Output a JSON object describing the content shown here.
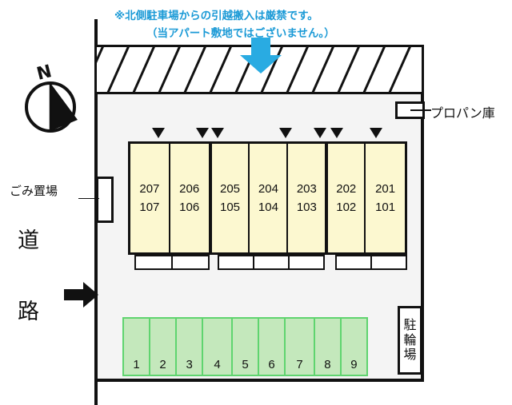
{
  "notice": {
    "line1": "※北側駐車場からの引越搬入は厳禁です。",
    "line2": "（当アパート敷地ではございません。）",
    "color": "#1B9AD6"
  },
  "compass": {
    "north_label": "N",
    "icon": "compass-rose-icon"
  },
  "labels": {
    "garbage_area": "ごみ置場",
    "propane_storage": "プロパン庫",
    "road_chars": [
      "道",
      "路"
    ],
    "bicycle_parking_chars": [
      "駐",
      "輪",
      "場"
    ]
  },
  "building": {
    "units": [
      {
        "upper": "207",
        "lower": "107"
      },
      {
        "upper": "206",
        "lower": "106"
      },
      {
        "upper": "205",
        "lower": "105"
      },
      {
        "upper": "204",
        "lower": "104"
      },
      {
        "upper": "203",
        "lower": "103"
      },
      {
        "upper": "202",
        "lower": "102"
      },
      {
        "upper": "201",
        "lower": "101"
      }
    ],
    "fill_color": "#FCF8D0"
  },
  "parking_stalls": {
    "numbers": [
      "1",
      "2",
      "3",
      "4",
      "5",
      "6",
      "7",
      "8",
      "9"
    ],
    "fill_color": "#C4E8BC",
    "border_color": "#5FD46F"
  },
  "north_lot": {
    "arrow_color": "#29ABE2",
    "stripe_count": 13
  },
  "site": {
    "background_color": "#F4F4F4",
    "outline_color": "#111111"
  }
}
